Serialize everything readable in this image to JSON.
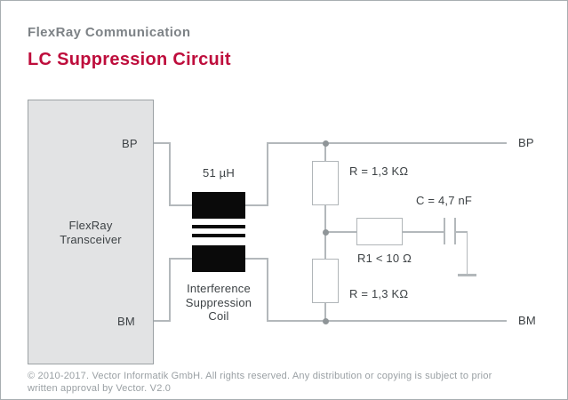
{
  "header": {
    "category": "FlexRay Communication",
    "title": "LC Suppression Circuit"
  },
  "diagram": {
    "transceiver": {
      "label": "FlexRay\nTransceiver",
      "pin_top": "BP",
      "pin_bottom": "BM"
    },
    "coil": {
      "value": "51 µH",
      "caption": "Interference\nSuppression\nCoil"
    },
    "resistor_top_label": "R = 1,3 KΩ",
    "resistor_bottom_label": "R = 1,3 KΩ",
    "resistor_series_label": "R1 < 10 Ω",
    "capacitor_label": "C = 4,7 nF",
    "bus_top_label": "BP",
    "bus_bottom_label": "BM"
  },
  "footer": {
    "text": "© 2010-2017. Vector Informatik GmbH. All rights reserved. Any distribution or copying is subject to prior\nwritten approval by Vector. V2.0"
  },
  "colors": {
    "accent_red": "#be0d3c",
    "heading_gray": "#7d8286",
    "text_dark": "#3d4245",
    "wire_gray": "#b3b8bb",
    "junction_gray": "#8f9598",
    "block_fill": "#e2e3e4",
    "footer_gray": "#9aa0a4",
    "coil_black": "#0a0a0a"
  }
}
